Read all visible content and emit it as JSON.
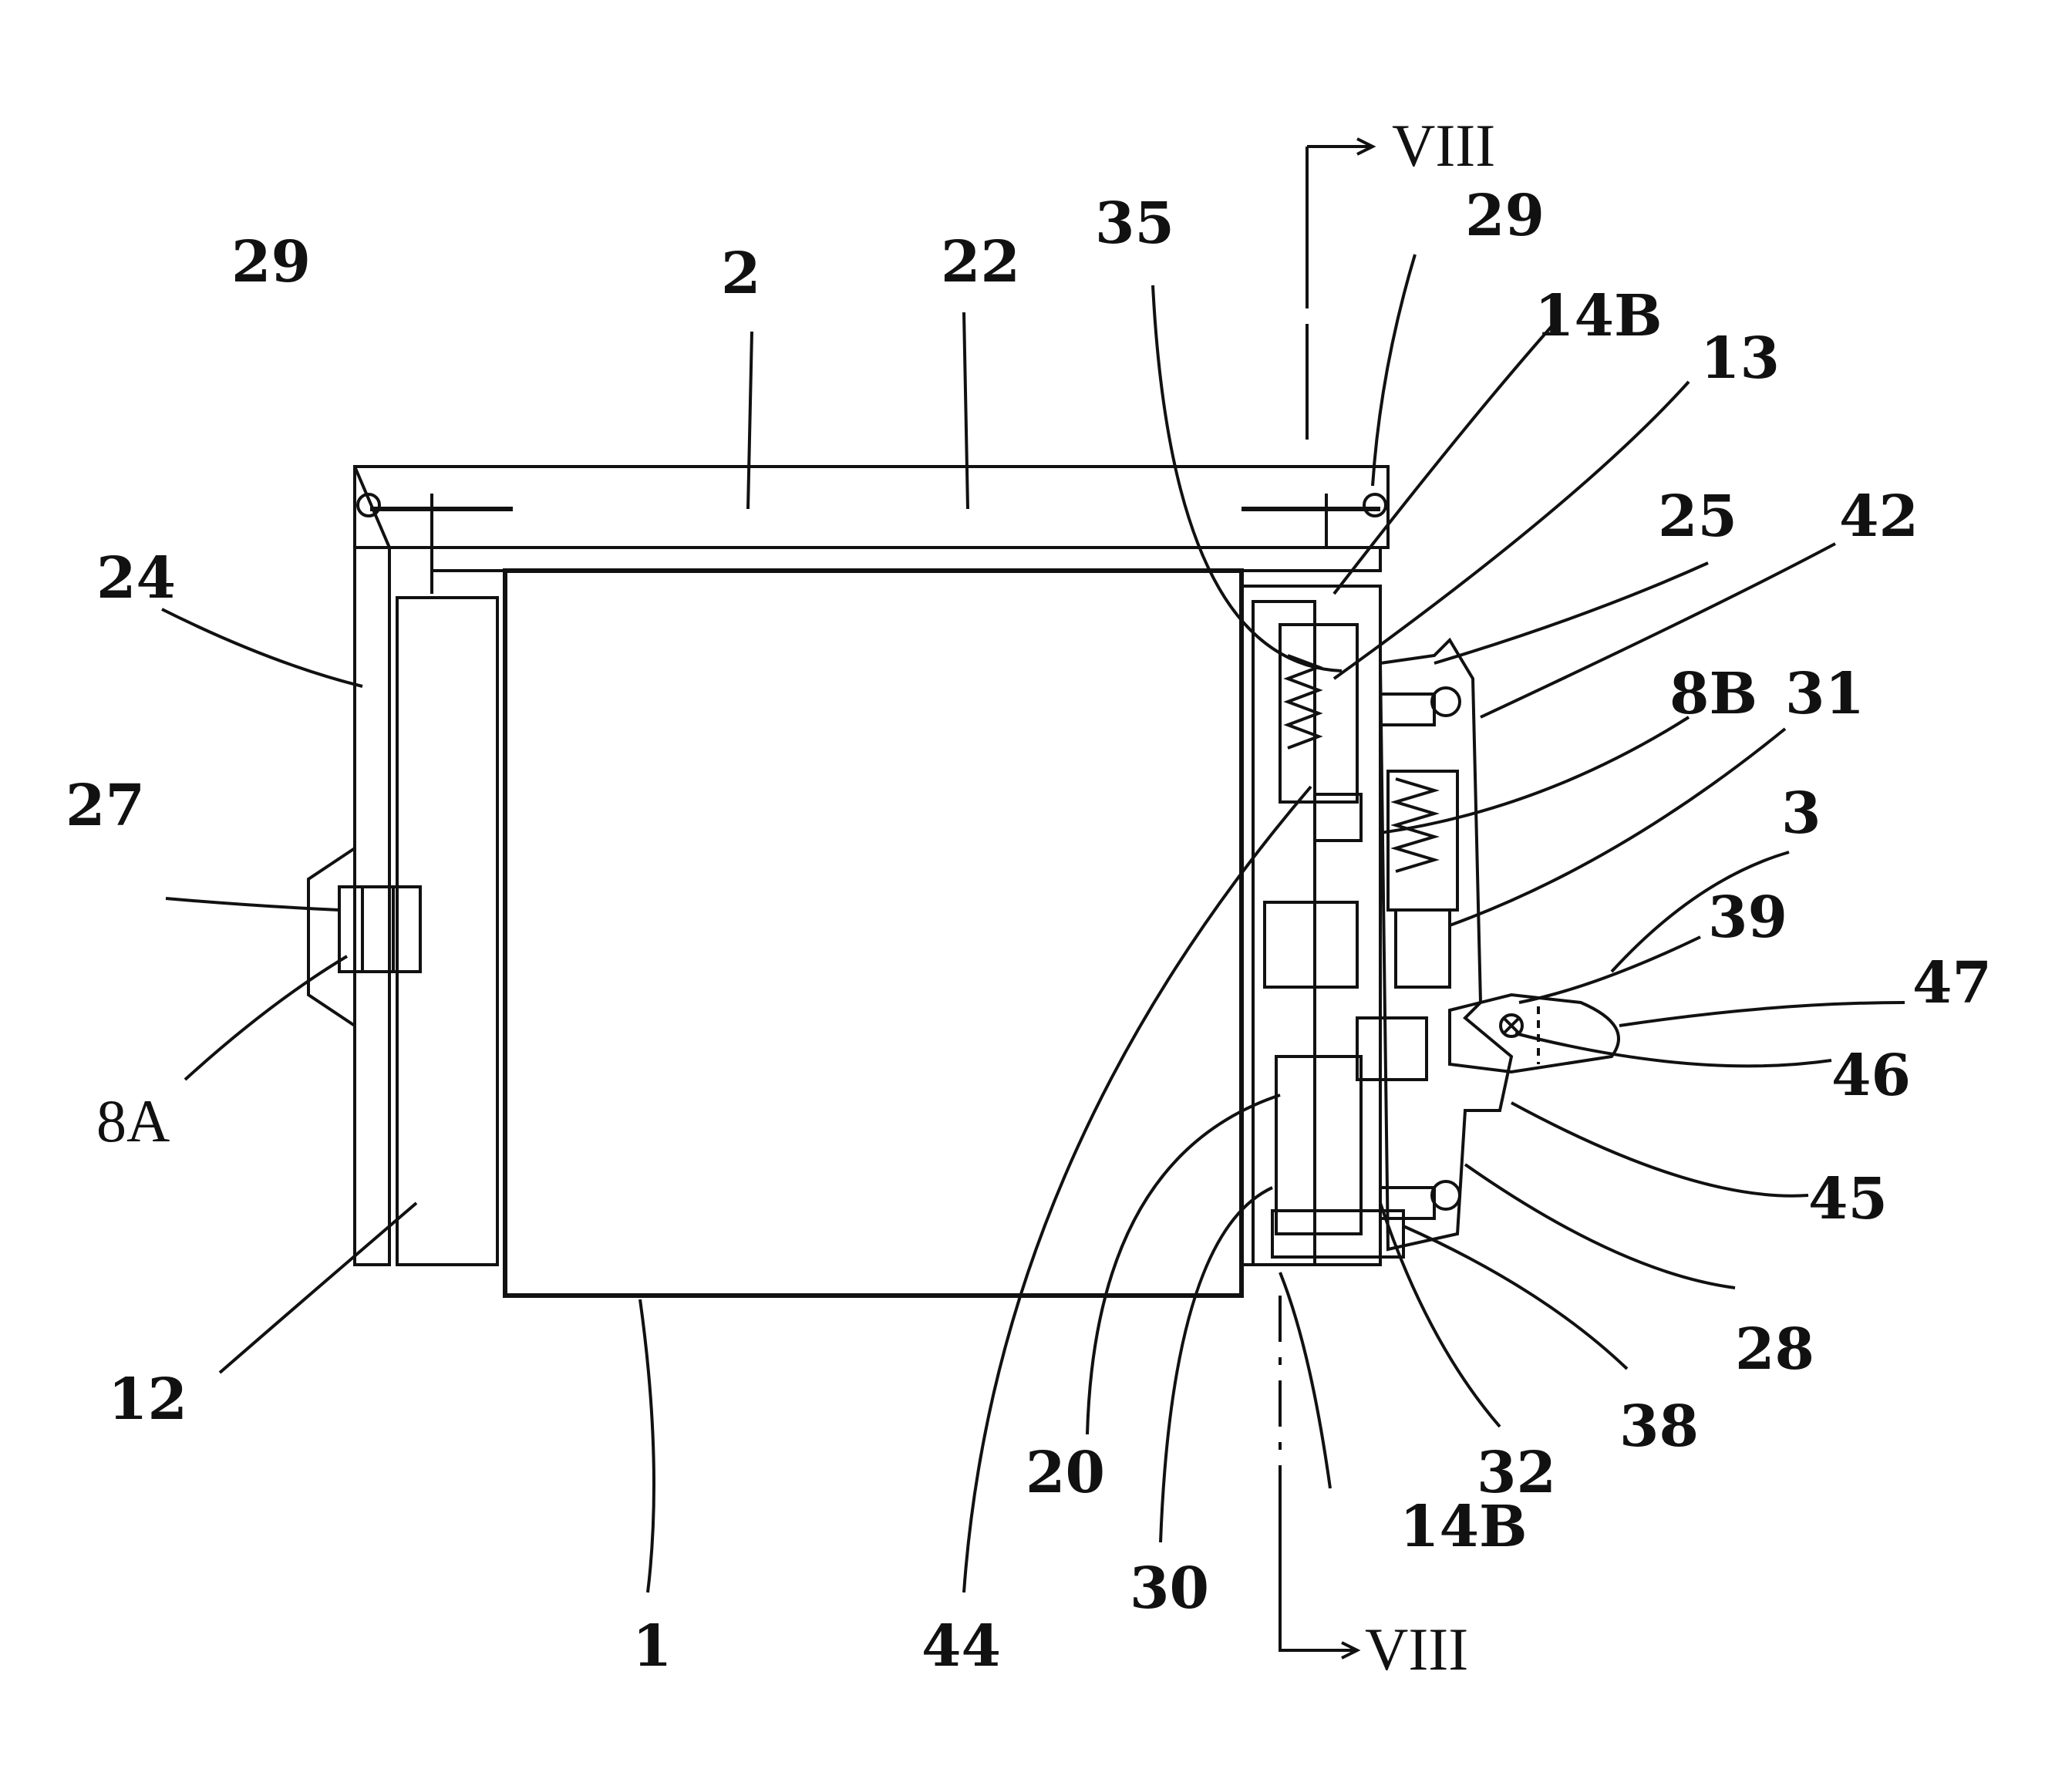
{
  "labels": {
    "section_top": "VIII",
    "section_bottom": "VIII",
    "n29a": "29",
    "n2": "2",
    "n22": "22",
    "n35": "35",
    "n29b": "29",
    "n14Ba": "14B",
    "n13": "13",
    "n25": "25",
    "n42": "42",
    "n24": "24",
    "n8B": "8B",
    "n31": "31",
    "n3": "3",
    "n27": "27",
    "n39": "39",
    "n47": "47",
    "n46": "46",
    "n8A": "8A",
    "n45": "45",
    "n28": "28",
    "n12": "12",
    "n38": "38",
    "n32": "32",
    "n20": "20",
    "n14Bb": "14B",
    "n30": "30",
    "n1": "1",
    "n44": "44"
  },
  "colors": {
    "ink": "#111111",
    "paper": "#ffffff"
  }
}
